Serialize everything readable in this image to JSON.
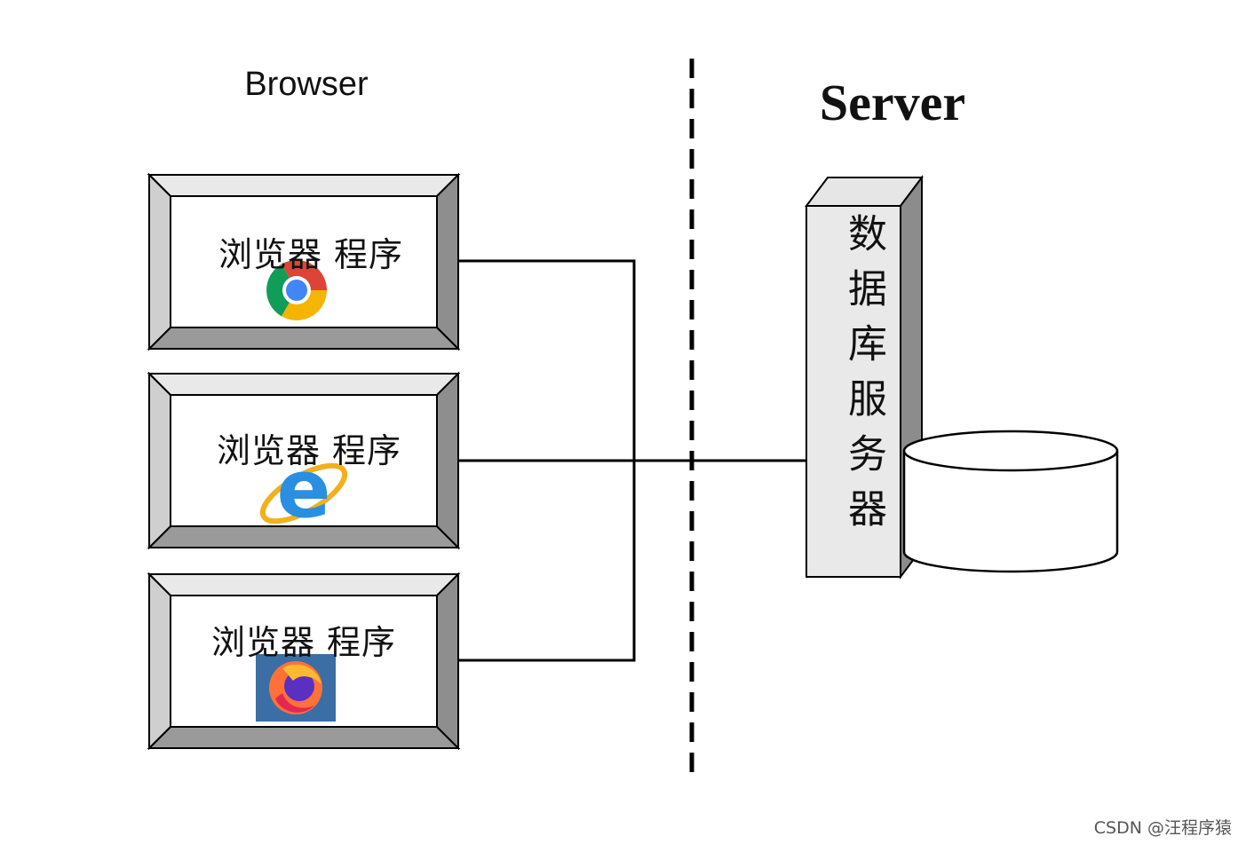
{
  "diagram": {
    "left_title": "Browser",
    "right_title": "Server",
    "clients": [
      {
        "label": "浏览器 程序",
        "icon": "chrome-icon"
      },
      {
        "label": "浏览器 程序",
        "icon": "ie-icon"
      },
      {
        "label": "浏览器 程序",
        "icon": "firefox-icon"
      }
    ],
    "server_label": "数据库服务器",
    "watermark": "CSDN @汪程序猿"
  }
}
